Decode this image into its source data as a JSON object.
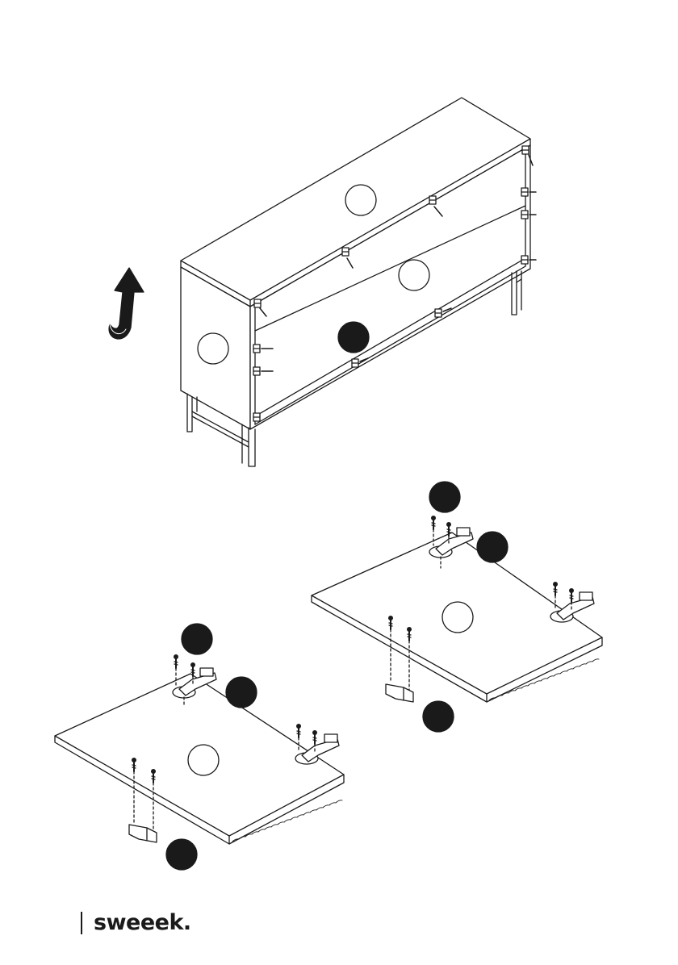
{
  "brand": {
    "logo_text": "sweeek."
  },
  "colors": {
    "line": "#1a1a1a",
    "marker_fill": "#1a1a1a",
    "marker_outline_fill": "#ffffff"
  },
  "icons": {
    "rotate": "curved-arrow-up-icon",
    "screw": "screw-icon",
    "hinge": "hinge-icon",
    "bracket": "l-bracket-icon",
    "handle": "handle-block-icon"
  },
  "markers": {
    "cabinet": [
      {
        "id": "cabinet-top-panel-marker",
        "style": "outline"
      },
      {
        "id": "cabinet-shelf-marker",
        "style": "outline"
      },
      {
        "id": "cabinet-side-panel-marker",
        "style": "outline"
      },
      {
        "id": "cabinet-fastener-marker",
        "style": "filled"
      }
    ],
    "door_right": [
      {
        "id": "door-right-screw-marker",
        "style": "filled"
      },
      {
        "id": "door-right-hinge-marker",
        "style": "filled"
      },
      {
        "id": "door-right-panel-marker",
        "style": "outline"
      },
      {
        "id": "door-right-handle-marker",
        "style": "filled"
      }
    ],
    "door_left": [
      {
        "id": "door-left-screw-marker",
        "style": "filled"
      },
      {
        "id": "door-left-hinge-marker",
        "style": "filled"
      },
      {
        "id": "door-left-panel-marker",
        "style": "outline"
      },
      {
        "id": "door-left-handle-marker",
        "style": "filled"
      }
    ]
  }
}
